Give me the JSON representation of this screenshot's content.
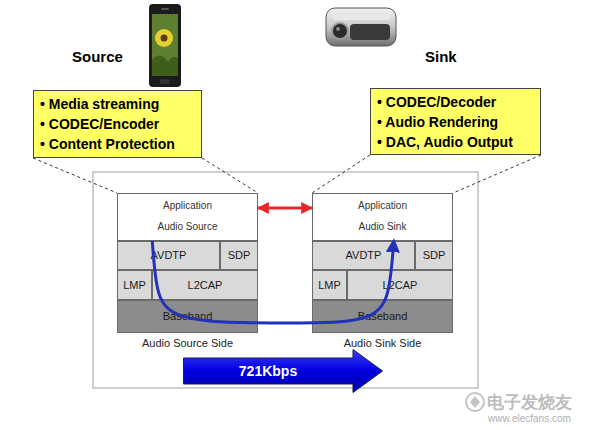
{
  "diagram": {
    "nodes": [
      {
        "text": [
          "• Media streaming",
          "• CODEC/Encoder",
          "• Content Protection"
        ]
      },
      {
        "text": [
          "• CODEC/Decoder",
          "• Audio Rendering",
          "• DAC, Audio Output"
        ]
      },
      {
        "text": [
          "Application",
          "Audio Source"
        ]
      },
      {
        "text": [
          "AVDTP"
        ]
      },
      {
        "text": [
          "SDP"
        ]
      },
      {
        "text": [
          "LMP"
        ]
      },
      {
        "text": [
          "L2CAP"
        ]
      },
      {
        "text": [
          "Baseband"
        ]
      },
      {
        "text": [
          "Application",
          "Audio Sink"
        ]
      },
      {
        "text": [
          "AVDTP"
        ]
      },
      {
        "text": [
          "SDP"
        ]
      },
      {
        "text": [
          "LMP"
        ]
      },
      {
        "text": [
          "L2CAP"
        ]
      },
      {
        "text": [
          "Baseband"
        ]
      },
      {
        "text": [
          "721Kbps"
        ]
      }
    ],
    "edges": [
      {
        "from": 0,
        "to": 2,
        "arrow": "none"
      },
      {
        "from": 0,
        "to": 2,
        "arrow": "none"
      },
      {
        "from": 1,
        "to": 8,
        "arrow": "none"
      },
      {
        "from": 1,
        "to": 8,
        "arrow": "none"
      },
      {
        "from": 2,
        "to": 8,
        "arrow": "both"
      },
      {
        "from": 2,
        "to": 8,
        "arrow": "to"
      }
    ],
    "labels": [
      "Source",
      "Sink",
      "Audio Source Side",
      "Audio Sink Side",
      "电子发烧友",
      "www.elecfans.com"
    ]
  }
}
